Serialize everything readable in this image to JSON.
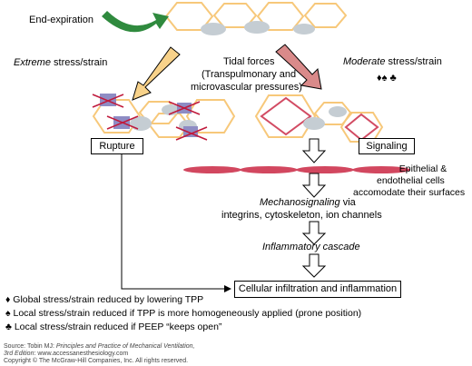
{
  "labels": {
    "end_expiration": "End-expiration",
    "extreme_prefix": "Extreme",
    "extreme_suffix": " stress/strain",
    "tidal_line1": "Tidal forces",
    "tidal_line2": "(Transpulmonary and",
    "tidal_line3": "microvascular pressures)",
    "moderate_prefix": "Moderate",
    "moderate_suffix": " stress/strain",
    "moderate_symbols": "♦♠  ♣",
    "rupture": "Rupture",
    "signaling": "Signaling",
    "epithelial_line1": "Epithelial &",
    "epithelial_line2": "endothelial cells",
    "epithelial_line3": "accomodate their surfaces",
    "mechano_prefix": "Mechanosignaling",
    "mechano_suffix": " via",
    "mechano_line2": "integrins, cytoskeleton, ion channels",
    "inflammatory": "Inflammatory cascade",
    "cellular": "Cellular infiltration and inflammation"
  },
  "footnotes": [
    {
      "symbol": "♦",
      "text": "Global stress/strain reduced by lowering TPP"
    },
    {
      "symbol": "♠",
      "text": "Local stress/strain reduced if TPP is more homogeneously applied (prone position)"
    },
    {
      "symbol": "♣",
      "text": "Local stress/strain reduced if PEEP “keeps open”"
    }
  ],
  "source": {
    "prefix": "Source: Tobin MJ: ",
    "book": "Principles and Practice of Mechanical Ventilation,",
    "edition": "3rd Edition",
    "url": ": www.accessanesthesiology.com",
    "copyright": "Copyright © The McGraw-Hill Companies, Inc. All rights reserved."
  },
  "colors": {
    "hexagon_outline": "#f7c87a",
    "grey_cell": "#c5cdd3",
    "green_arrow": "#2f8a3e",
    "yellow_arrow": "#f8d28a",
    "pink_arrow": "#d98a8a",
    "pink_diamond": "#d24b63",
    "red_ellipse": "#d2475f",
    "purple_square": "#8e8cc4",
    "red_cross": "#c0193b"
  }
}
